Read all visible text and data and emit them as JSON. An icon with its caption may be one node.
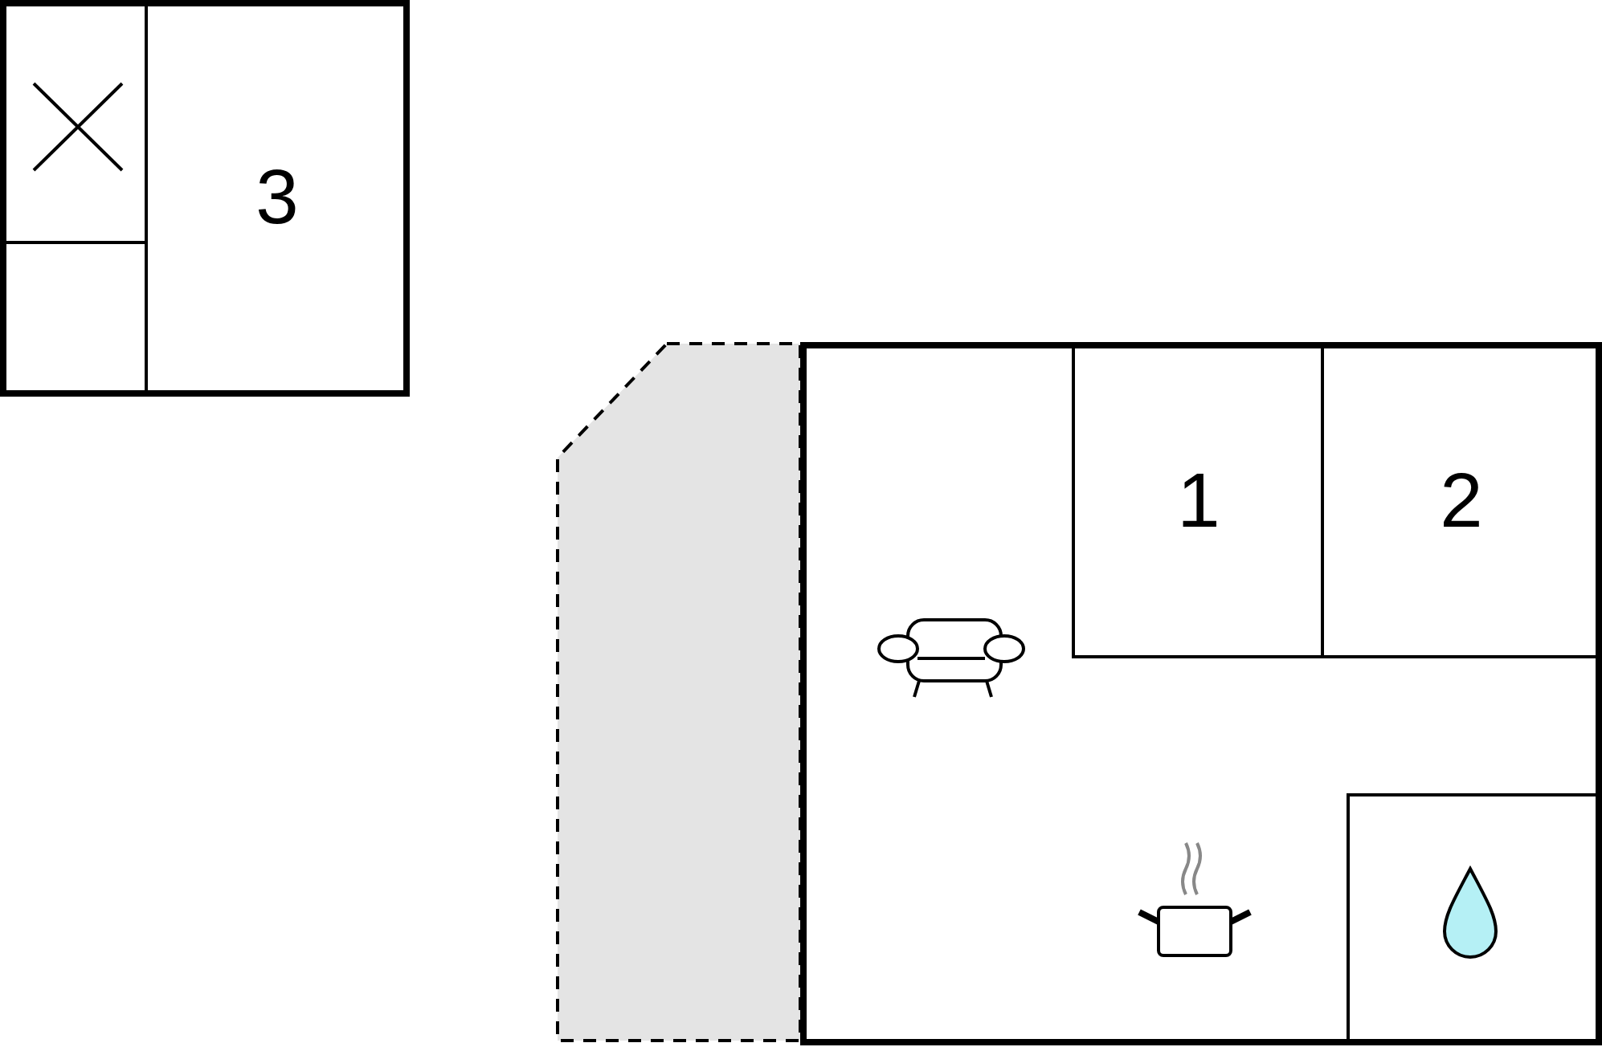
{
  "diagram": {
    "nodes": [
      {
        "text": [
          "3"
        ]
      },
      {
        "text": [
          "1"
        ]
      },
      {
        "text": [
          "2"
        ]
      }
    ]
  }
}
